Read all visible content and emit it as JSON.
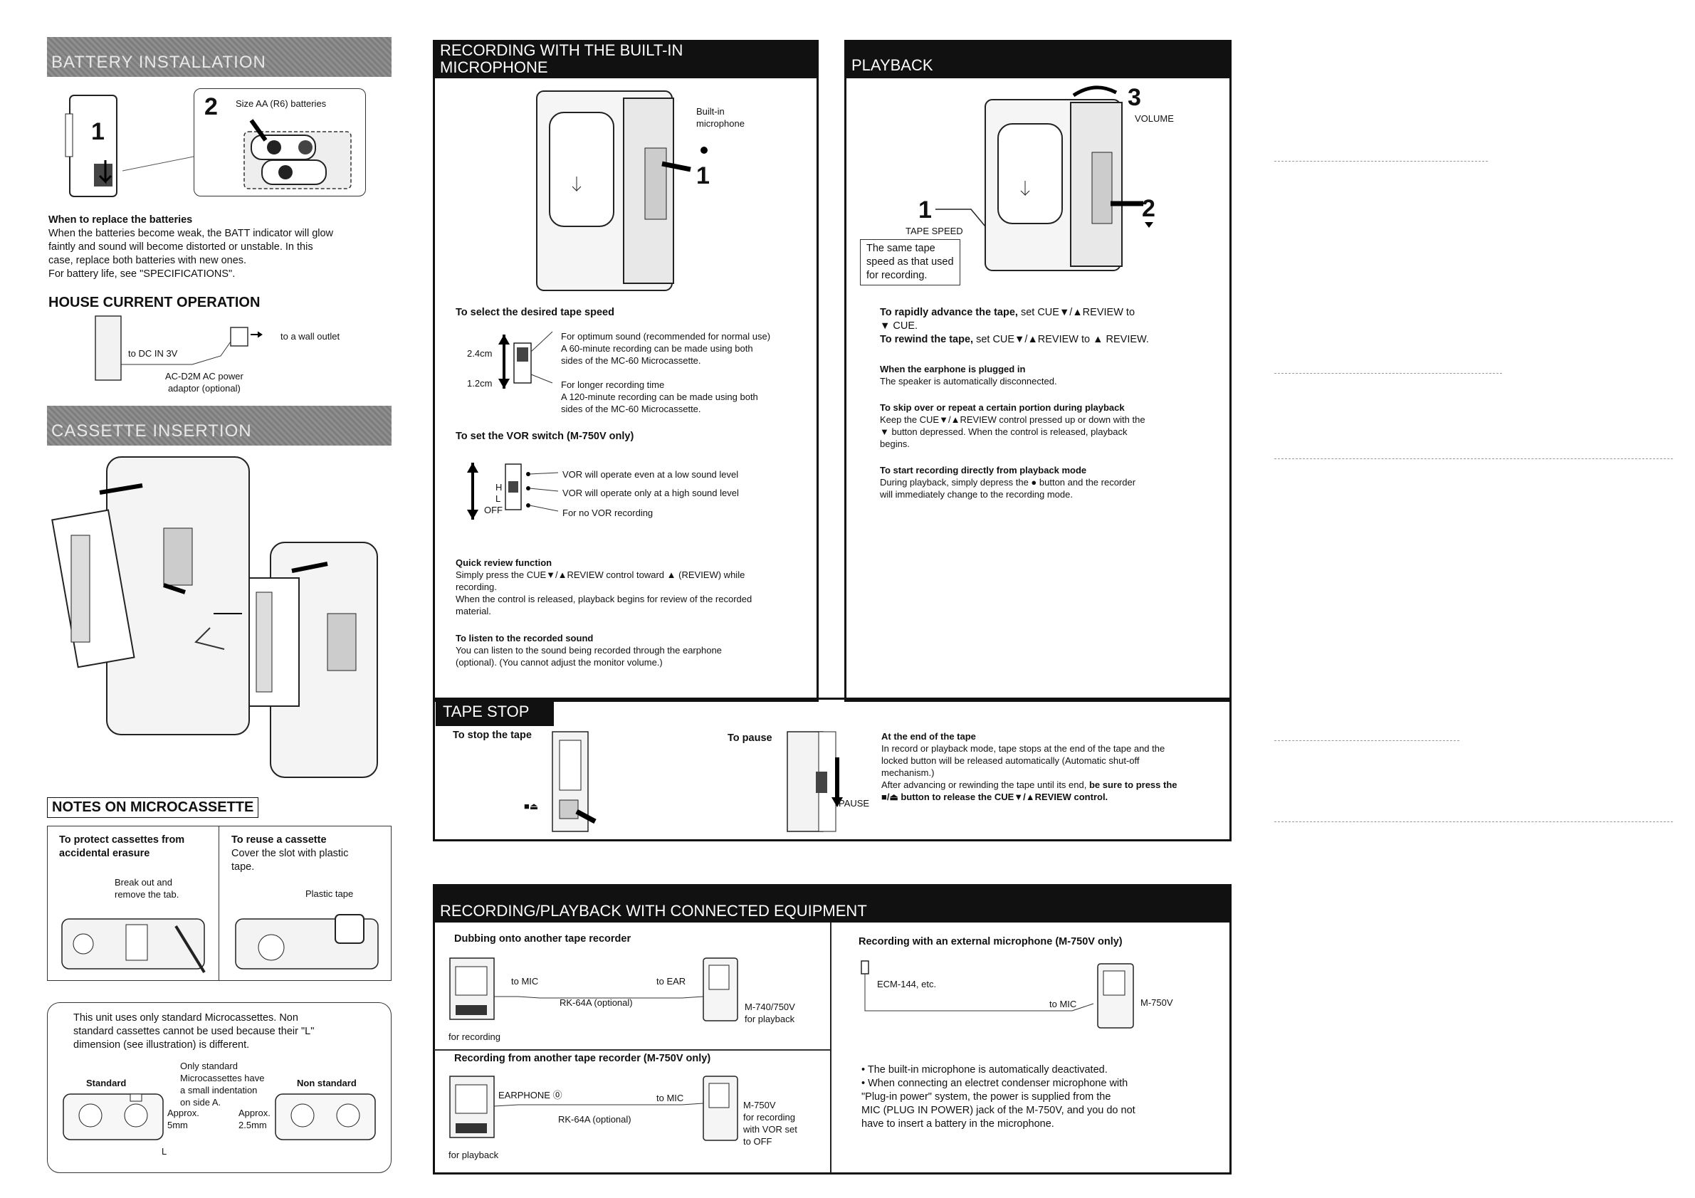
{
  "battery": {
    "header": "BATTERY INSTALLATION",
    "step1": "1",
    "step2": "2",
    "step2_label": "Size AA (R6) batteries",
    "replace_title": "When to replace the batteries",
    "replace_text": [
      "When the batteries become weak, the BATT indicator will glow",
      "faintly and sound will become distorted or unstable. In this",
      "case, replace both batteries with new ones.",
      "For battery life, see \"SPECIFICATIONS\"."
    ]
  },
  "house": {
    "title": "HOUSE CURRENT OPERATION",
    "wall": "to a wall outlet",
    "dc": "to DC IN 3V",
    "adaptor": [
      "AC-D2M AC power",
      "adaptor (optional)"
    ]
  },
  "cassette": {
    "header": "CASSETTE INSERTION"
  },
  "notes": {
    "title": "NOTES ON MICROCASSETTE",
    "protect_title": [
      "To protect cassettes from",
      "accidental erasure"
    ],
    "protect_label": [
      "Break out and",
      "remove the tab."
    ],
    "reuse_title": "To reuse a cassette",
    "reuse_text": [
      "Cover the slot with plastic",
      "tape."
    ],
    "plastic": "Plastic tape",
    "std_text": [
      "This unit uses only standard Microcassettes. Non",
      "standard cassettes cannot be used because their \"L\"",
      "dimension (see illustration) is different."
    ],
    "standard": "Standard",
    "nonstandard": "Non standard",
    "only_std": [
      "Only standard",
      "Microcassettes have",
      "a small indentation",
      "on side A."
    ],
    "approx1": [
      "Approx.",
      "5mm"
    ],
    "approx2": [
      "Approx.",
      "2.5mm"
    ],
    "l": "L"
  },
  "rec": {
    "header": [
      "RECORDING WITH THE BUILT-IN",
      "MICROPHONE"
    ],
    "builtin": [
      "Built-in",
      "microphone"
    ],
    "one": "1",
    "speed_title": "To select the desired tape speed",
    "speed_24": "2.4cm",
    "speed_12": "1.2cm",
    "opt1": [
      "For optimum sound (recommended for normal use)",
      "A 60-minute recording can be made using both",
      "sides of the MC-60 Microcassette."
    ],
    "opt2": [
      "For longer recording time",
      "A 120-minute recording can be made using both",
      "sides of the MC-60 Microcassette."
    ],
    "vor_title": "To set the VOR switch (M-750V only)",
    "vor_h": "H",
    "vor_l": "L",
    "vor_off": "OFF",
    "vor1": "VOR will operate even at a low sound level",
    "vor2": "VOR will operate only at a high sound level",
    "vor3": "For no VOR recording",
    "qr_title": "Quick review function",
    "qr_text": [
      "Simply press the CUE▼/▲REVIEW control toward ▲ (REVIEW) while",
      "recording.",
      "When the control is released, playback begins for review of the recorded",
      "material."
    ],
    "listen_title": "To listen to the recorded sound",
    "listen_text": [
      "You can listen to the sound being recorded through the earphone",
      "(optional). (You cannot adjust the monitor volume.)"
    ]
  },
  "play": {
    "header": "PLAYBACK",
    "n3": "3",
    "volume": "VOLUME",
    "n1": "1",
    "n2": "2",
    "tape_speed": "TAPE SPEED",
    "same_speed": [
      "The same tape",
      "speed as that used",
      "for recording."
    ],
    "ff_title": "To rapidly advance the tape,",
    "ff_text": " set CUE▼/▲REVIEW to",
    "ff_text2": "▼ CUE.",
    "rew_title": "To rewind the tape,",
    "rew_text": " set CUE▼/▲REVIEW to ▲ REVIEW.",
    "ear_title": "When the earphone is plugged in",
    "ear_text": "The speaker is automatically disconnected.",
    "skip_title": "To skip over or repeat a certain portion during playback",
    "skip_text": [
      "Keep the CUE▼/▲REVIEW control pressed up or down with the",
      "▼ button depressed. When the control is released, playback",
      "begins."
    ],
    "start_title": "To start recording directly from playback mode",
    "start_text": [
      "During playback, simply depress the ● button and the recorder",
      "will immediately change to the recording mode."
    ]
  },
  "stop": {
    "header": "TAPE STOP",
    "stop_label": "To stop the tape",
    "pause_label": "To pause",
    "pause": "PAUSE",
    "end_title": "At the end of the tape",
    "end_text": [
      "In record or playback mode, tape stops at the end of the tape and the",
      "locked button will be released automatically (Automatic shut-off",
      "mechanism.)",
      "After advancing or rewinding the tape until its end,"
    ],
    "end_bold1": " be sure to press the",
    "end_bold2": "■/⏏ button to release the CUE▼/▲REVIEW control."
  },
  "conn": {
    "header": "RECORDING/PLAYBACK WITH CONNECTED EQUIPMENT",
    "dub_title": "Dubbing onto another tape recorder",
    "to_mic": "to MIC",
    "to_ear": "to EAR",
    "rk": "RK-64A (optional)",
    "m740": [
      "M-740/750V",
      "for playback"
    ],
    "for_rec": "for recording",
    "from_title": "Recording from another tape recorder (M-750V only)",
    "earphone": "EARPHONE ⓪",
    "m750": [
      "M-750V",
      "for recording",
      "with VOR set",
      "to OFF"
    ],
    "for_play": "for playback",
    "ext_title": "Recording with an external microphone (M-750V only)",
    "ecm": "ECM-144, etc.",
    "ext_tomic": "to MIC",
    "ext_m750": "M-750V",
    "bul1": "• The built-in microphone is automatically deactivated.",
    "bul2": [
      "• When connecting an electret condenser microphone with",
      "\"Plug-in power\" system, the power is supplied from the",
      "MIC (PLUG IN POWER) jack of the M-750V, and you do not",
      "have to insert a battery in the microphone."
    ]
  }
}
